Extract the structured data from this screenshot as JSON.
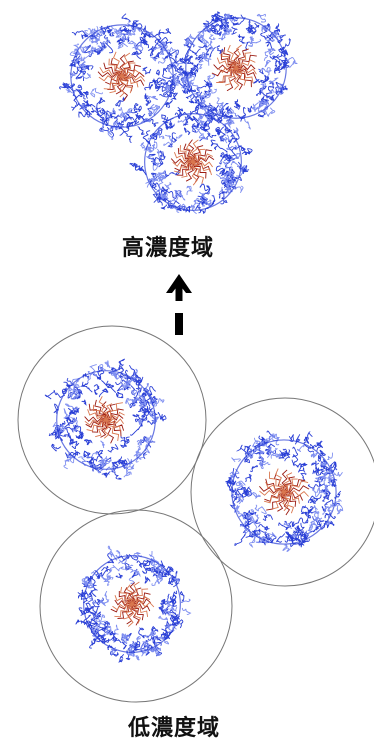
{
  "labels": {
    "high": "高濃度域",
    "low": "低濃度域"
  },
  "colors": {
    "shell": "#2a3fd6",
    "shell_light": "#7f8ff0",
    "core": "#9b1a10",
    "core_light": "#d9774f",
    "boundary": "#777777",
    "arrow": "#000000"
  },
  "micelles": {
    "high_concentration_count": 3,
    "low_concentration_count": 3
  }
}
